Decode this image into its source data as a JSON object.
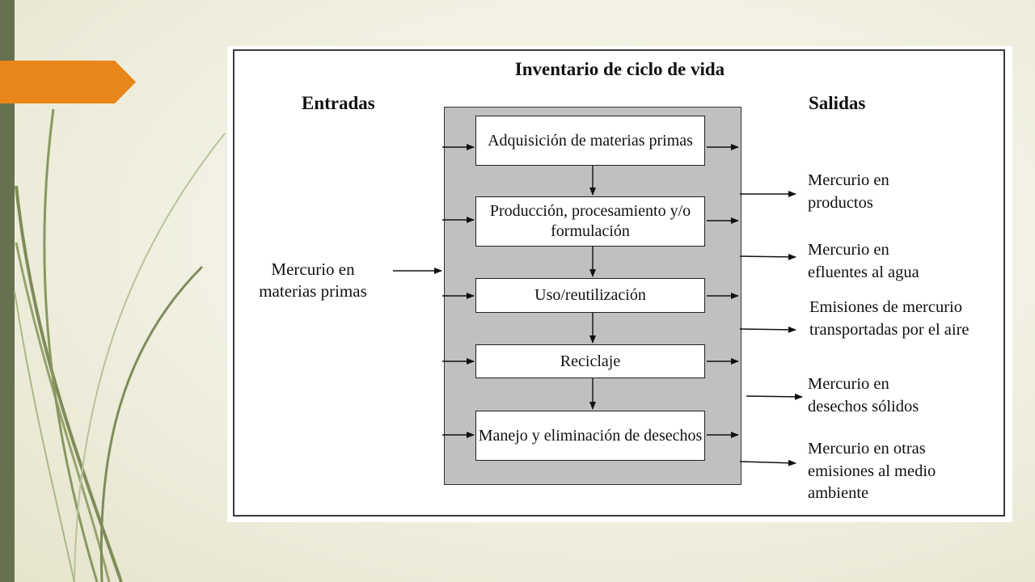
{
  "diagram": {
    "title": "Inventario de ciclo de vida",
    "inputs_heading": "Entradas",
    "outputs_heading": "Salidas",
    "stages": [
      "Adquisición de materias primas",
      "Producción, procesamiento y/o formulación",
      "Uso/reutilización",
      "Reciclaje",
      "Manejo y eliminación de desechos"
    ],
    "input": "Mercurio en materias primas",
    "outputs": [
      "Mercurio en productos",
      "Mercurio en efluentes al agua",
      "Emisiones de mercurio transportadas por el aire",
      "Mercurio en desechos sólidos",
      "Mercurio en otras emisiones al medio ambiente"
    ]
  },
  "colors": {
    "accent_orange": "#e8861a",
    "sidebar_green": "#66714f",
    "process_box_gray": "#c0c0c0"
  },
  "decoration": {
    "left_icon": "grass-blades-icon"
  }
}
